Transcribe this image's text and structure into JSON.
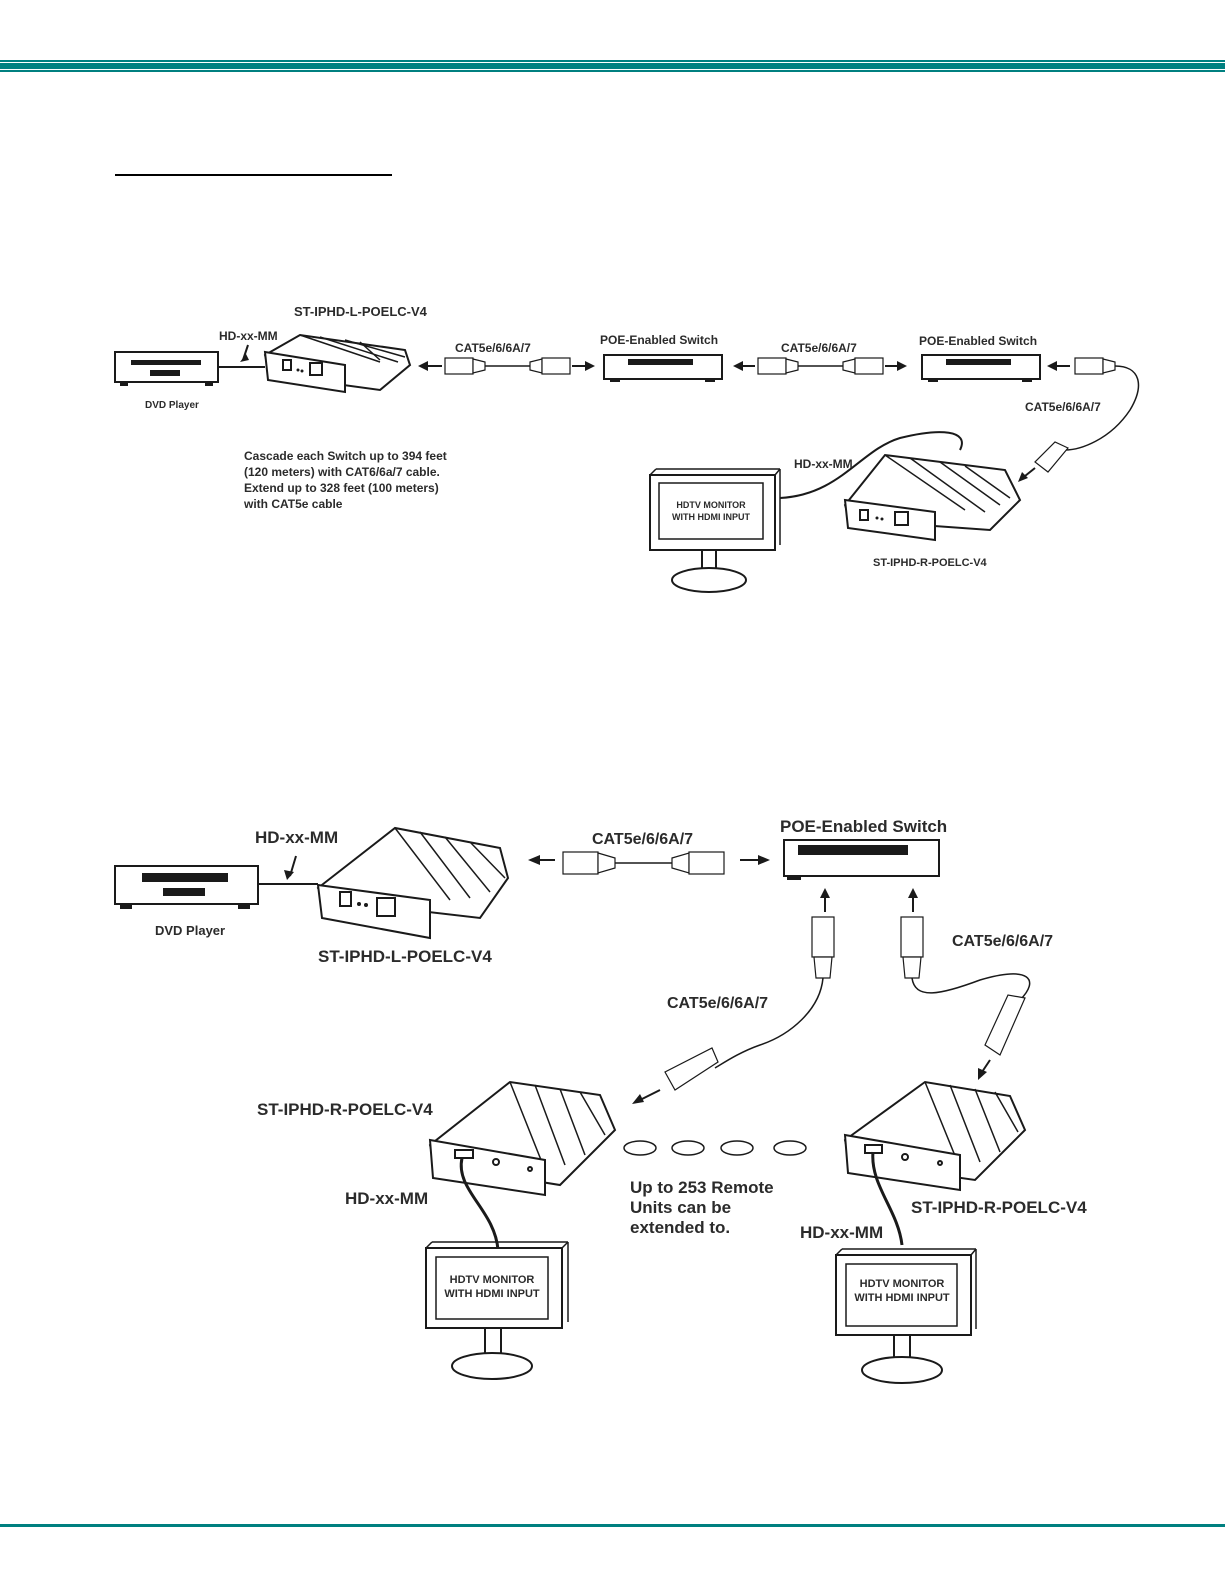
{
  "page": {
    "accent_color": "#008080",
    "section_title": ""
  },
  "diagram1": {
    "source": {
      "label": "DVD Player",
      "cable_label": "HD-xx-MM"
    },
    "sender": {
      "model": "ST-IPHD-L-POELC-V4"
    },
    "cable_labels": [
      "CAT5e/6/6A/7",
      "CAT5e/6/6A/7",
      "CAT5e/6/6A/7"
    ],
    "switches": [
      {
        "label": "POE-Enabled Switch"
      },
      {
        "label": "POE-Enabled Switch"
      }
    ],
    "note": [
      "Cascade each Switch up to 394 feet",
      "(120 meters) with CAT6/6a/7 cable.",
      "Extend up to 328 feet (100 meters)",
      "with CAT5e cable"
    ],
    "display": {
      "line1": "HDTV MONITOR",
      "line2": "WITH HDMI INPUT",
      "cable_label": "HD-xx-MM"
    },
    "receiver": {
      "model": "ST-IPHD-R-POELC-V4"
    }
  },
  "diagram2": {
    "source": {
      "label": "DVD Player",
      "cable_label": "HD-xx-MM"
    },
    "sender": {
      "model": "ST-IPHD-L-POELC-V4"
    },
    "switch": {
      "label": "POE-Enabled Switch"
    },
    "cable_labels": [
      "CAT5e/6/6A/7",
      "CAT5e/6/6A/7",
      "CAT5e/6/6A/7"
    ],
    "receivers": [
      {
        "model": "ST-IPHD-R-POELC-V4",
        "cable_label": "HD-xx-MM",
        "display": {
          "line1": "HDTV MONITOR",
          "line2": "WITH HDMI INPUT"
        }
      },
      {
        "model": "ST-IPHD-R-POELC-V4",
        "cable_label": "HD-xx-MM",
        "display": {
          "line1": "HDTV MONITOR",
          "line2": "WITH HDMI INPUT"
        }
      }
    ],
    "expansion_note": [
      "Up to 253 Remote",
      "Units can be",
      "extended to."
    ],
    "expansion_placeholders": 4
  }
}
